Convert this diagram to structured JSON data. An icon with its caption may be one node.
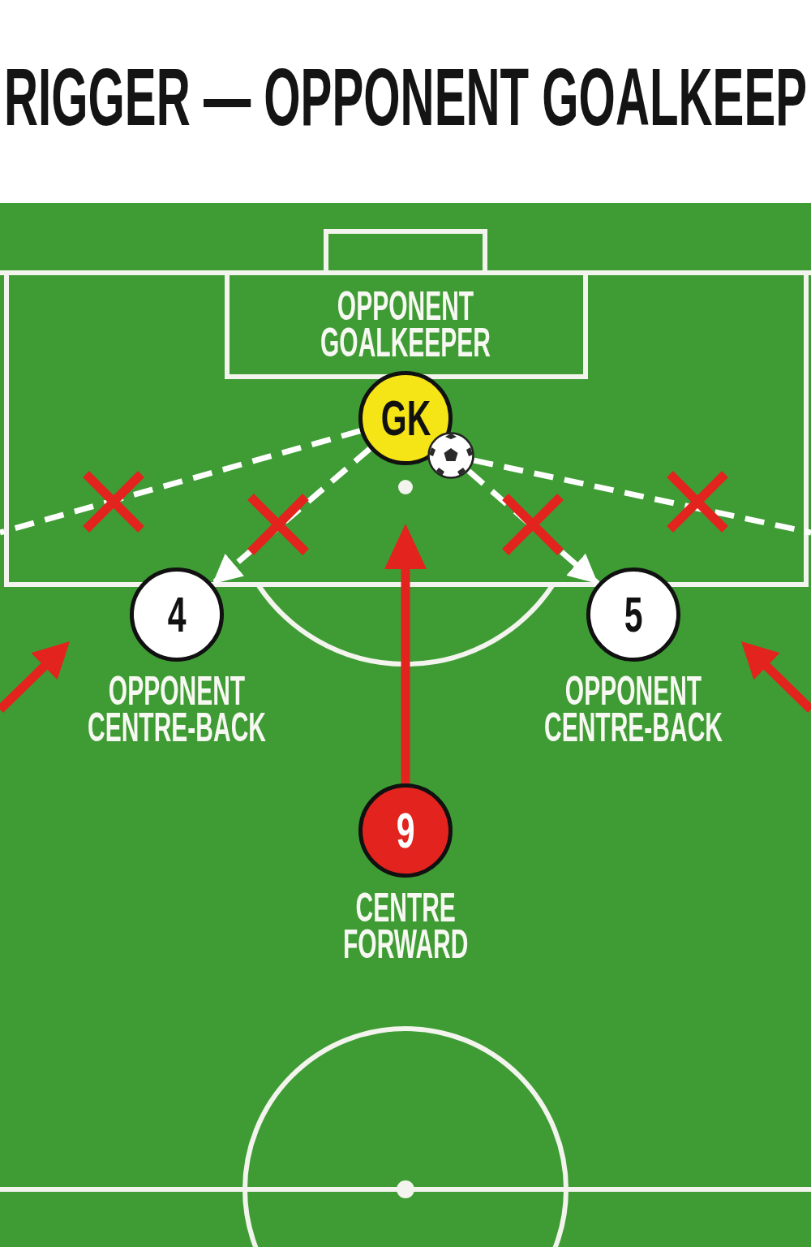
{
  "diagram": {
    "title": "RIGGER — OPPONENT GOALKEEP",
    "nodes": [
      {
        "text": [
          "GK"
        ],
        "beside": [
          "OPPONENT GOALKEEPER"
        ]
      },
      {
        "text": [],
        "shape": "picture"
      },
      {
        "text": [
          "4"
        ],
        "beside": [
          "OPPONENT CENTRE-BACK"
        ]
      },
      {
        "text": [
          "5"
        ],
        "beside": [
          "OPPONENT CENTRE-BACK"
        ]
      },
      {
        "text": [
          "9"
        ],
        "beside": [
          "CENTRE FORWARD"
        ]
      }
    ],
    "edges": [
      {
        "from": 0,
        "to": null,
        "arrow": "none",
        "style": "dashed"
      },
      {
        "from": 0,
        "to": 2,
        "arrow": "to",
        "style": "dashed"
      },
      {
        "from": 1,
        "to": 3,
        "arrow": "to",
        "style": "dashed"
      },
      {
        "from": 1,
        "to": null,
        "arrow": "none",
        "style": "dashed"
      },
      {
        "from": 4,
        "to": null,
        "arrow": "to",
        "color": "#e2231e"
      }
    ]
  }
}
